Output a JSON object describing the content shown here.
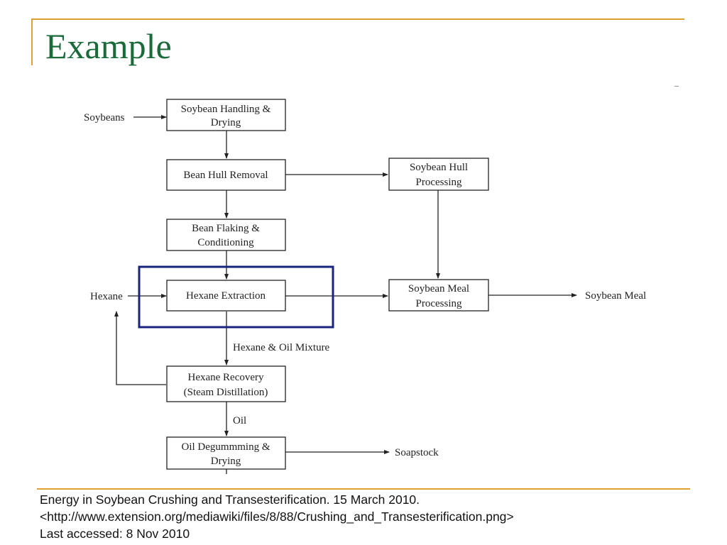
{
  "slide": {
    "title": "Example"
  },
  "diagram": {
    "inputs": {
      "soybeans": "Soybeans",
      "hexane": "Hexane"
    },
    "boxes": {
      "handling": [
        "Soybean Handling &",
        "Drying"
      ],
      "hull_removal": [
        "Bean Hull Removal"
      ],
      "flaking": [
        "Bean Flaking &",
        "Conditioning"
      ],
      "extraction": [
        "Hexane Extraction"
      ],
      "recovery": [
        "Hexane Recovery",
        "(Steam Distillation)"
      ],
      "degumming": [
        "Oil Degummming &",
        "Drying"
      ],
      "hull_processing": [
        "Soybean Hull",
        "Processing"
      ],
      "meal_processing": [
        "Soybean Meal",
        "Processing"
      ]
    },
    "flow_labels": {
      "mixture": "Hexane &  Oil Mixture",
      "oil": "Oil"
    },
    "outputs": {
      "meal": "Soybean  Meal",
      "soapstock": "Soapstock"
    },
    "highlight_color": "#1a237e"
  },
  "citation": {
    "line1": "Energy in Soybean Crushing and Transesterification. 15 March 2010.",
    "line2": "<http://www.extension.org/mediawiki/files/8/88/Crushing_and_Transesterification.png>",
    "line3": "Last accessed: 8 Nov 2010"
  }
}
